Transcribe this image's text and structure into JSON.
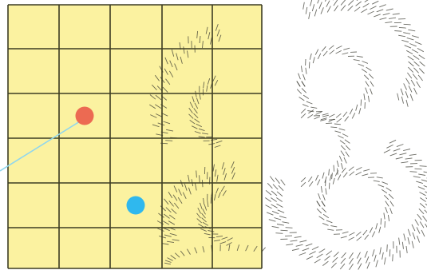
{
  "board": {
    "columns": 5,
    "rows": 6,
    "fill_color": "#fbf2a0",
    "grid_color": "#3c3c22"
  },
  "pieces": [
    {
      "name": "red-dot",
      "color": "#ec6a52"
    },
    {
      "name": "blue-dot",
      "color": "#2fb8ee"
    }
  ],
  "trail": {
    "color": "#8fd6ee"
  },
  "texture": {
    "name": "hatched-stroke-pattern",
    "color": "#3a3a30"
  }
}
